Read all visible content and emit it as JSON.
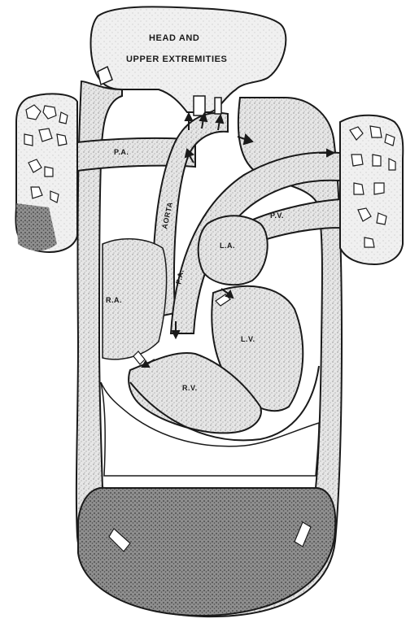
{
  "diagram": {
    "head_title_line1": "HEAD AND",
    "head_title_line2": "UPPER EXTREMITIES",
    "labels": {
      "pa_top": "P.A.",
      "aorta": "AORTA",
      "pv": "P.V.",
      "la": "L.A.",
      "pa_mid": "P.A.",
      "ra": "R.A.",
      "lv": "L.V.",
      "rv": "R.V."
    }
  },
  "colors": {
    "ink": "#1a1a1a",
    "stipple_light": "#d9d9d9",
    "stipple_dark": "#7a7a7a",
    "paper": "#ffffff"
  }
}
